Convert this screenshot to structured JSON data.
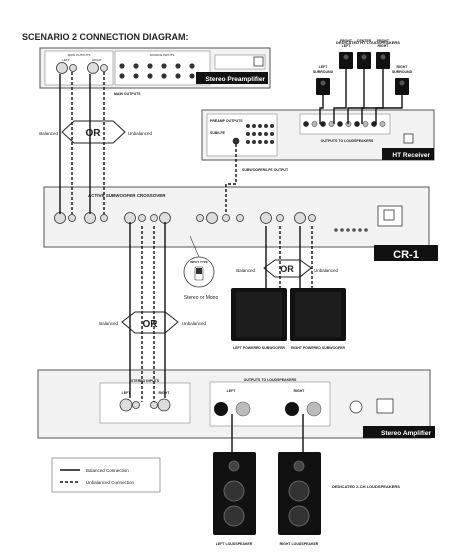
{
  "title": "SCENARIO 2 CONNECTION DIAGRAM:",
  "preamp": {
    "name": "Stereo Preamplifier",
    "main_outputs": "MAIN OUTPUTS",
    "section_left": "MAIN OUTPUTS",
    "section_right": "SOURCE INPUTS",
    "jack_left": "LEFT",
    "jack_right": "RIGHT"
  },
  "ht": {
    "dedicated_label": "DEDICATED HT LOUDSPEAKERS",
    "speakers": [
      "LEFT SURROUND",
      "FRONT LEFT",
      "CENTER",
      "FRONT RIGHT",
      "RIGHT SURROUND"
    ],
    "outputs_label": "OUTPUTS TO LOUDSPEAKERS",
    "preamp_outputs": "PREAMP OUTPUTS",
    "sub_lfe": "SUB/LFE",
    "sub_lfe_output": "SUBWOOFER/LFE OUTPUT",
    "receiver_name": "HT Receiver"
  },
  "or_top": {
    "balanced": "Balanced",
    "or": "OR",
    "unbalanced": "Unbalanced"
  },
  "crossover": {
    "brand": "ACTIVE SUBWOOFER CROSSOVER",
    "model": "CR-1",
    "input_type": "INPUT TYPE",
    "stereo_or_mono": "Stereo or Mono"
  },
  "or_sub": {
    "balanced": "Balanced",
    "or": "OR",
    "unbalanced": "Unbalanced"
  },
  "subwoofers": {
    "left": "LEFT POWERED SUBWOOFER",
    "right": "RIGHT POWERED SUBWOOFER"
  },
  "or_bottom": {
    "balanced": "Balanced",
    "or": "OR",
    "unbalanced": "Unbalanced"
  },
  "amp": {
    "name": "Stereo Amplifier",
    "inputs": "STEREO INPUTS",
    "left": "LEFT",
    "right": "RIGHT",
    "outputs_label": "OUTPUTS TO LOUDSPEAKERS",
    "out_left": "LEFT",
    "out_right": "RIGHT"
  },
  "loudspeakers": {
    "dedicated": "DEDICATED 2-CH LOUDSPEAKERS",
    "left": "LEFT LOUDSPEAKER",
    "right": "RIGHT LOUDSPEAKER"
  },
  "legend": {
    "balanced": "Balanced Connection",
    "unbalanced": "Unbalanced Connection"
  }
}
